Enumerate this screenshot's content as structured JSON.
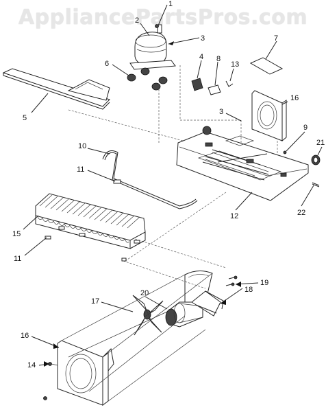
{
  "watermark": "AppliancePartsPros.com",
  "callouts": [
    {
      "id": "c1",
      "label": "1"
    },
    {
      "id": "c2",
      "label": "2"
    },
    {
      "id": "c3a",
      "label": "3"
    },
    {
      "id": "c3b",
      "label": "3"
    },
    {
      "id": "c4",
      "label": "4"
    },
    {
      "id": "c5",
      "label": "5"
    },
    {
      "id": "c6",
      "label": "6"
    },
    {
      "id": "c7",
      "label": "7"
    },
    {
      "id": "c8",
      "label": "8"
    },
    {
      "id": "c9",
      "label": "9"
    },
    {
      "id": "c10",
      "label": "10"
    },
    {
      "id": "c11a",
      "label": "11"
    },
    {
      "id": "c11b",
      "label": "11"
    },
    {
      "id": "c12",
      "label": "12"
    },
    {
      "id": "c13",
      "label": "13"
    },
    {
      "id": "c14",
      "label": "14"
    },
    {
      "id": "c15",
      "label": "15"
    },
    {
      "id": "c16a",
      "label": "16"
    },
    {
      "id": "c16b",
      "label": "16"
    },
    {
      "id": "c17",
      "label": "17"
    },
    {
      "id": "c18",
      "label": "18"
    },
    {
      "id": "c19",
      "label": "19"
    },
    {
      "id": "c20",
      "label": "20"
    },
    {
      "id": "c21",
      "label": "21"
    },
    {
      "id": "c22",
      "label": "22"
    }
  ]
}
